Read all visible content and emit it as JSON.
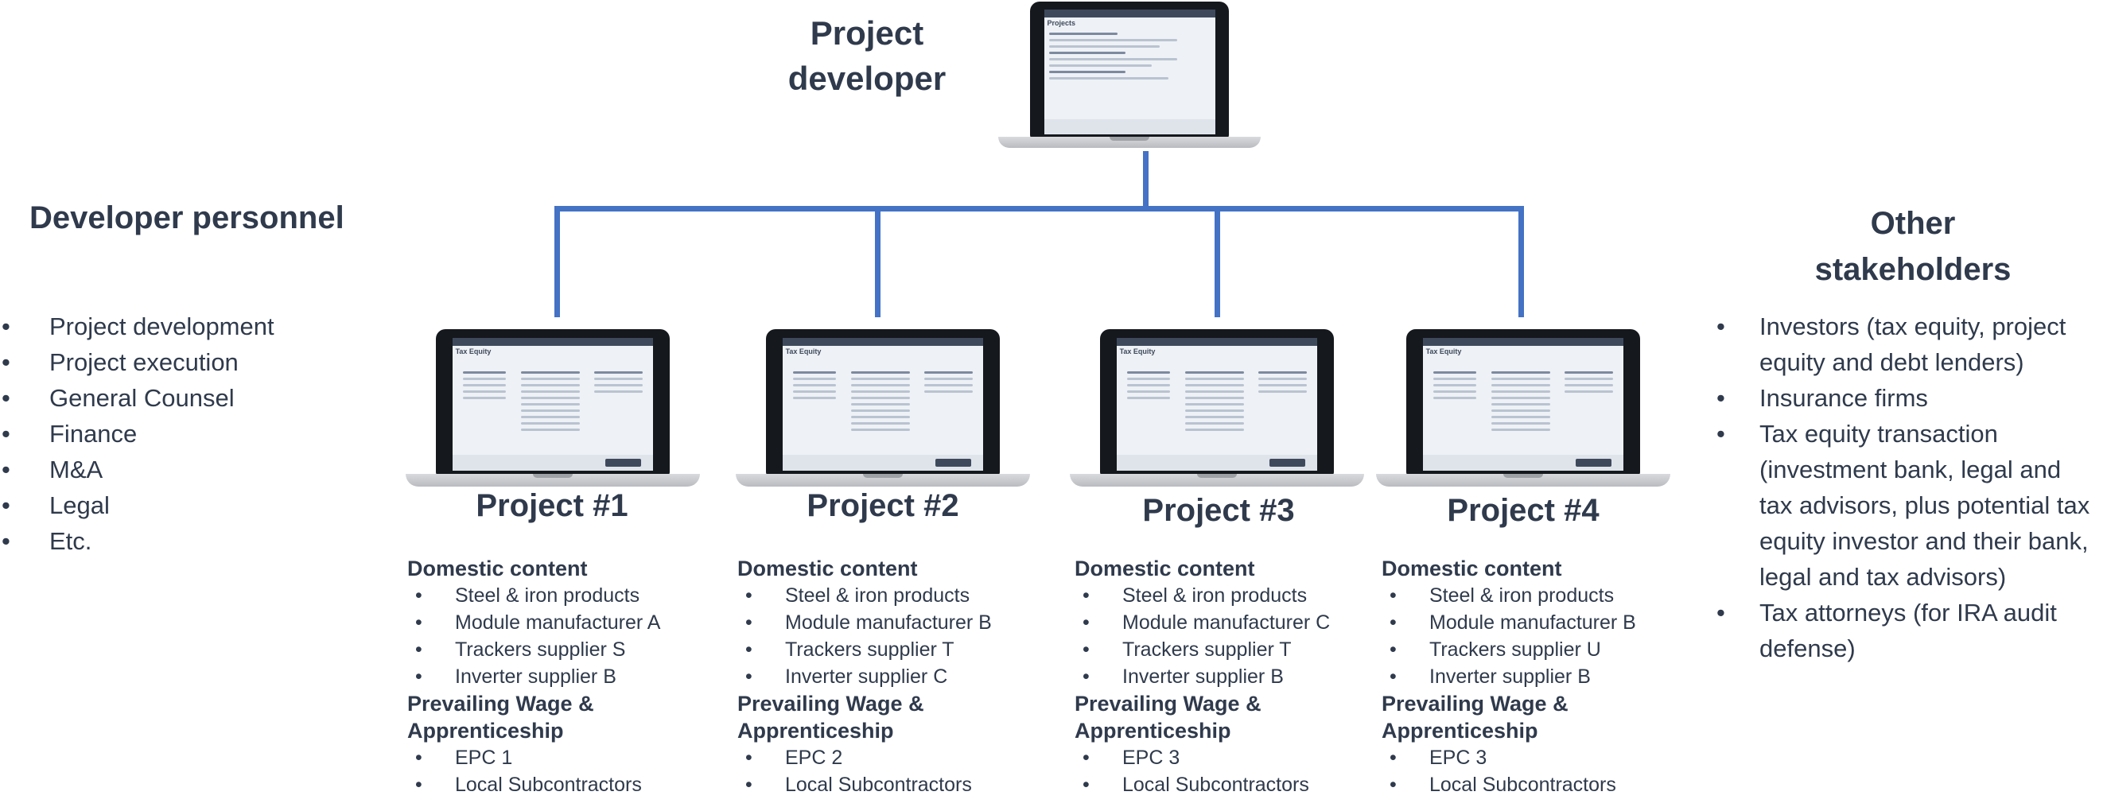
{
  "top": {
    "title_line1": "Project",
    "title_line2": "developer"
  },
  "developer_personnel": {
    "heading": "Developer personnel",
    "items": [
      "Project development",
      "Project execution",
      "General Counsel",
      "Finance",
      "M&A",
      "Legal",
      "Etc."
    ]
  },
  "other_stakeholders": {
    "heading_line1": "Other",
    "heading_line2": "stakeholders",
    "items": [
      "Investors (tax equity, project equity and debt lenders)",
      "Insurance firms",
      "Tax equity transaction (investment bank, legal and tax advisors, plus potential tax equity investor and their bank, legal and tax advisors)",
      "Tax attorneys (for IRA audit defense)"
    ]
  },
  "projects": [
    {
      "title": "Project #1",
      "domestic_heading": "Domestic content",
      "domestic": [
        "Steel & iron products",
        "Module manufacturer A",
        "Trackers supplier S",
        "Inverter supplier B"
      ],
      "pwa_heading_line1": "Prevailing Wage &",
      "pwa_heading_line2": "Apprenticeship",
      "pwa": [
        "EPC 1",
        "Local Subcontractors"
      ]
    },
    {
      "title": "Project #2",
      "domestic_heading": "Domestic content",
      "domestic": [
        "Steel & iron products",
        "Module manufacturer B",
        "Trackers supplier T",
        "Inverter supplier C"
      ],
      "pwa_heading_line1": "Prevailing Wage &",
      "pwa_heading_line2": "Apprenticeship",
      "pwa": [
        "EPC 2",
        "Local Subcontractors"
      ]
    },
    {
      "title": "Project #3",
      "domestic_heading": "Domestic content",
      "domestic": [
        "Steel & iron products",
        "Module manufacturer C",
        "Trackers supplier T",
        "Inverter supplier B"
      ],
      "pwa_heading_line1": "Prevailing Wage &",
      "pwa_heading_line2": "Apprenticeship",
      "pwa": [
        "EPC 3",
        "Local Subcontractors"
      ]
    },
    {
      "title": "Project #4",
      "domestic_heading": "Domestic content",
      "domestic": [
        "Steel & iron products",
        "Module manufacturer B",
        "Trackers supplier U",
        "Inverter supplier B"
      ],
      "pwa_heading_line1": "Prevailing Wage &",
      "pwa_heading_line2": "Apprenticeship",
      "pwa": [
        "EPC 3",
        "Local Subcontractors"
      ]
    }
  ],
  "colors": {
    "connector": "#4472c4",
    "text": "#2f3a4c"
  },
  "icons": {
    "device": "laptop-icon"
  }
}
